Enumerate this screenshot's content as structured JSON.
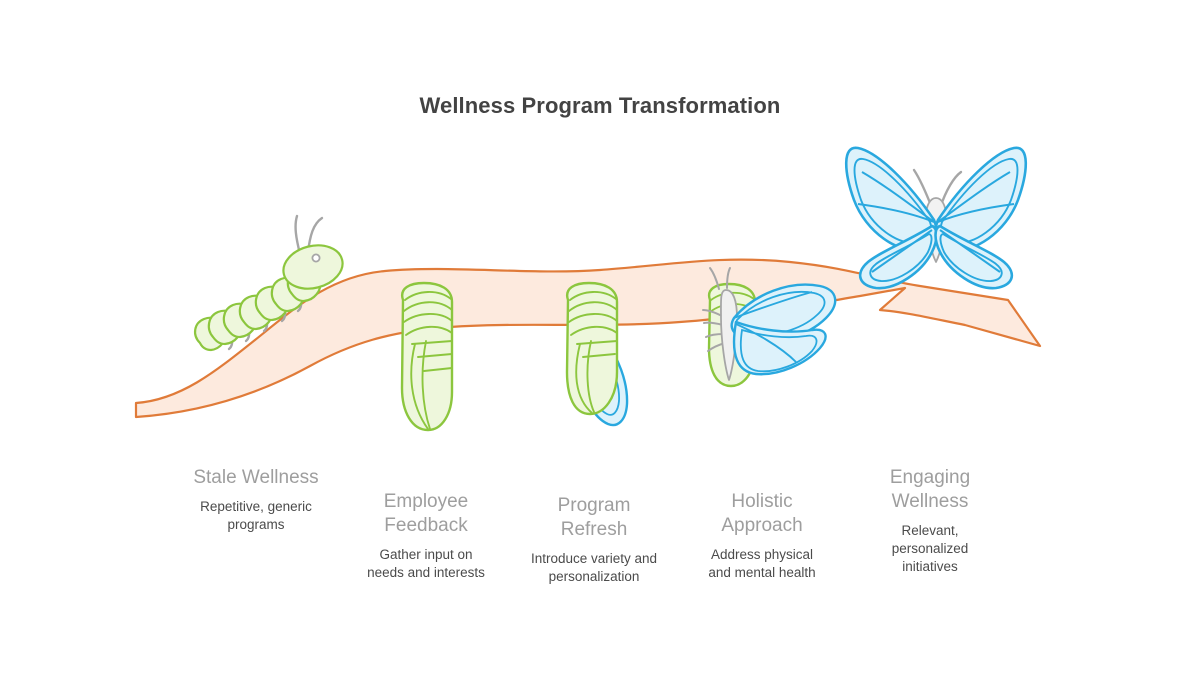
{
  "page": {
    "title": "Wellness Program Transformation",
    "background_color": "#ffffff",
    "title_color": "#434343"
  },
  "palette": {
    "branch_fill": "#fdeade",
    "branch_stroke": "#e07b39",
    "green_fill": "#eef7dc",
    "green_stroke": "#8cc63e",
    "blue_fill": "#ddf2fb",
    "blue_stroke": "#29a8df",
    "gray_detail": "#a6a6a6",
    "stage_title_color": "#9e9e9e",
    "stage_desc_color": "#4b4b4b"
  },
  "stages": [
    {
      "id": "stale-wellness",
      "title": "Stale Wellness",
      "description": "Repetitive, generic\nprograms",
      "icon": "caterpillar-icon"
    },
    {
      "id": "employee-feedback",
      "title": "Employee\nFeedback",
      "description": "Gather input on\nneeds and interests",
      "icon": "chrysalis-icon"
    },
    {
      "id": "program-refresh",
      "title": "Program\nRefresh",
      "description": "Introduce variety and\npersonalization",
      "icon": "chrysalis-emerging-wing-icon"
    },
    {
      "id": "holistic-approach",
      "title": "Holistic\nApproach",
      "description": "Address physical\nand mental health",
      "icon": "butterfly-emerging-icon"
    },
    {
      "id": "engaging-wellness",
      "title": "Engaging\nWellness",
      "description": "Relevant,\npersonalized\ninitiatives",
      "icon": "butterfly-icon"
    }
  ]
}
